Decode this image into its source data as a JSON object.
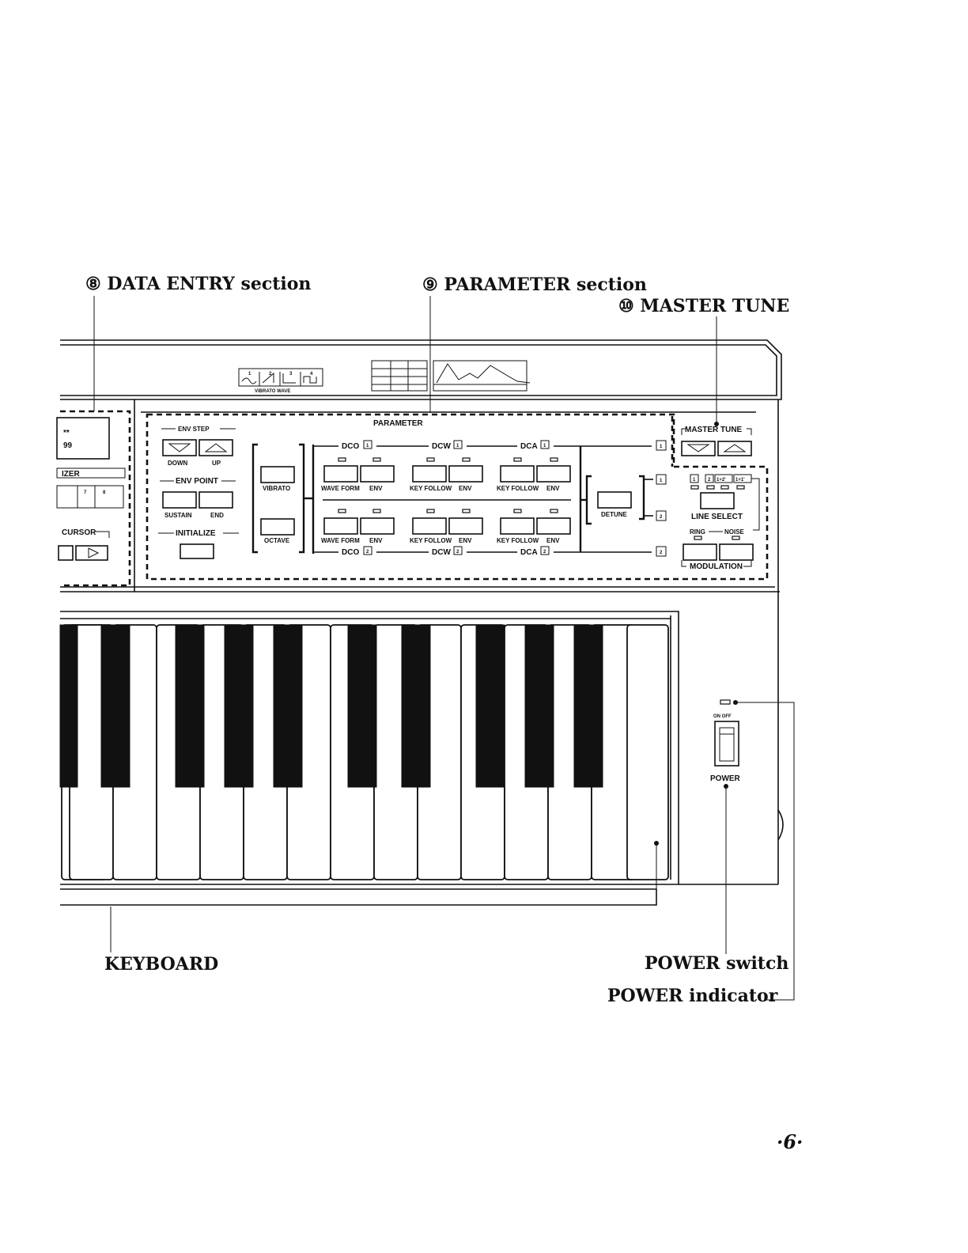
{
  "callouts": {
    "data_entry": "⑧ DATA ENTRY section",
    "parameter": "⑨ PARAMETER section",
    "master_tune": "⑩ MASTER TUNE",
    "keyboard": "KEYBOARD",
    "power_switch": "POWER switch",
    "power_indicator": "POWER indicator"
  },
  "top_panel": {
    "vibrato_wave_label": "VIBRATO WAVE",
    "vibrato_wave_numbers": [
      "1",
      "2",
      "3",
      "4"
    ]
  },
  "data_entry_fragment": {
    "display_line1": "**",
    "display_line2": "99",
    "label_izer": "IZER",
    "key_number_7": "7",
    "key_number_8": "8",
    "cursor_label": "CURSOR"
  },
  "parameter": {
    "title": "PARAMETER",
    "env_step": "ENV STEP",
    "down": "DOWN",
    "up": "UP",
    "env_point": "ENV POINT",
    "sustain": "SUSTAIN",
    "end": "END",
    "initialize": "INITIALIZE",
    "vibrato": "VIBRATO",
    "octave": "OCTAVE",
    "dco1": "DCO",
    "dcw1": "DCW",
    "dca1": "DCA",
    "dco2": "DCO",
    "dcw2": "DCW",
    "dca2": "DCA",
    "line1_tag": "1",
    "line2_tag": "2",
    "wave_form": "WAVE FORM",
    "env": "ENV",
    "key_follow": "KEY FOLLOW",
    "detune": "DETUNE"
  },
  "master_tune": {
    "title": "MASTER TUNE",
    "line_select": "LINE SELECT",
    "line_options": [
      "1",
      "2",
      "1+2'",
      "1+1'"
    ],
    "ring": "RING",
    "noise": "NOISE",
    "modulation": "MODULATION"
  },
  "power": {
    "on_off": "ON  OFF",
    "label": "POWER"
  },
  "page_number": "·6·"
}
